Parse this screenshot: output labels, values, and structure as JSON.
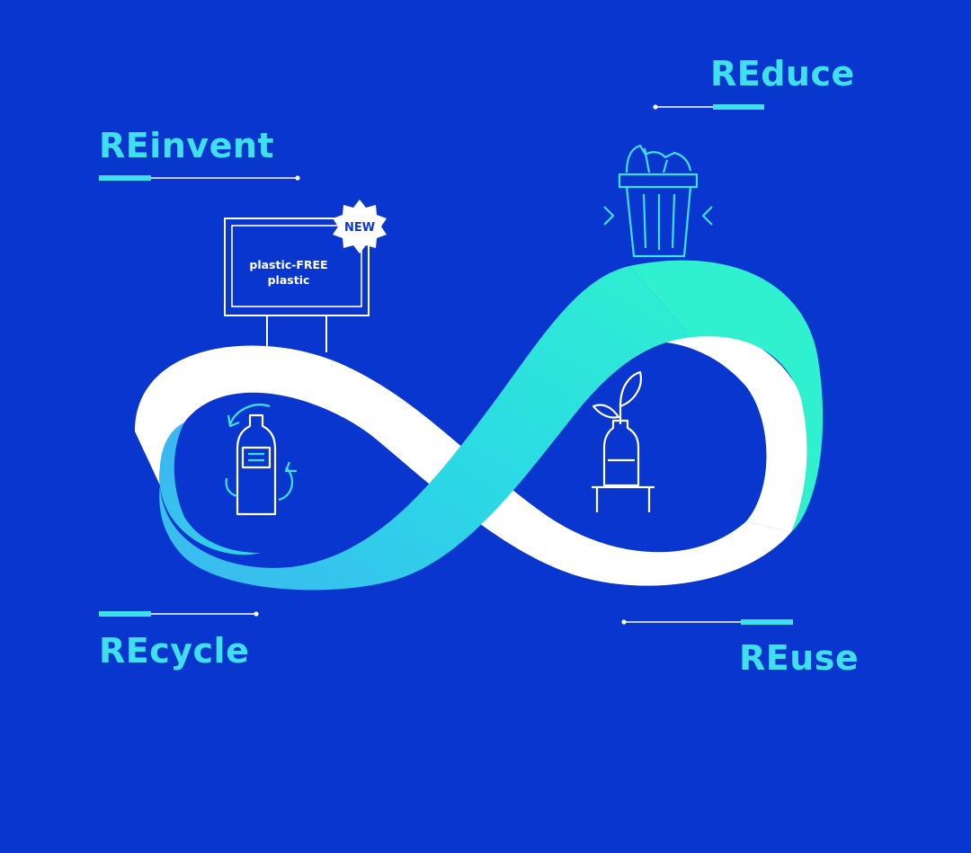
{
  "labels": {
    "reinvent": "REinvent",
    "reduce": "REduce",
    "recycle": "REcycle",
    "reuse": "REuse"
  },
  "billboard": {
    "badge": "NEW",
    "line1": "plastic-FREE",
    "line2": "plastic"
  },
  "colors": {
    "background": "#0a36d0",
    "accent": "#3fe0ee",
    "ribbon_light": "#ffffff",
    "ribbon_teal": "#2ee9d3",
    "line": "#ffffff"
  },
  "icons": [
    "recycle-bottle-icon",
    "billboard-icon",
    "trash-bin-icon",
    "plant-bottle-icon"
  ]
}
